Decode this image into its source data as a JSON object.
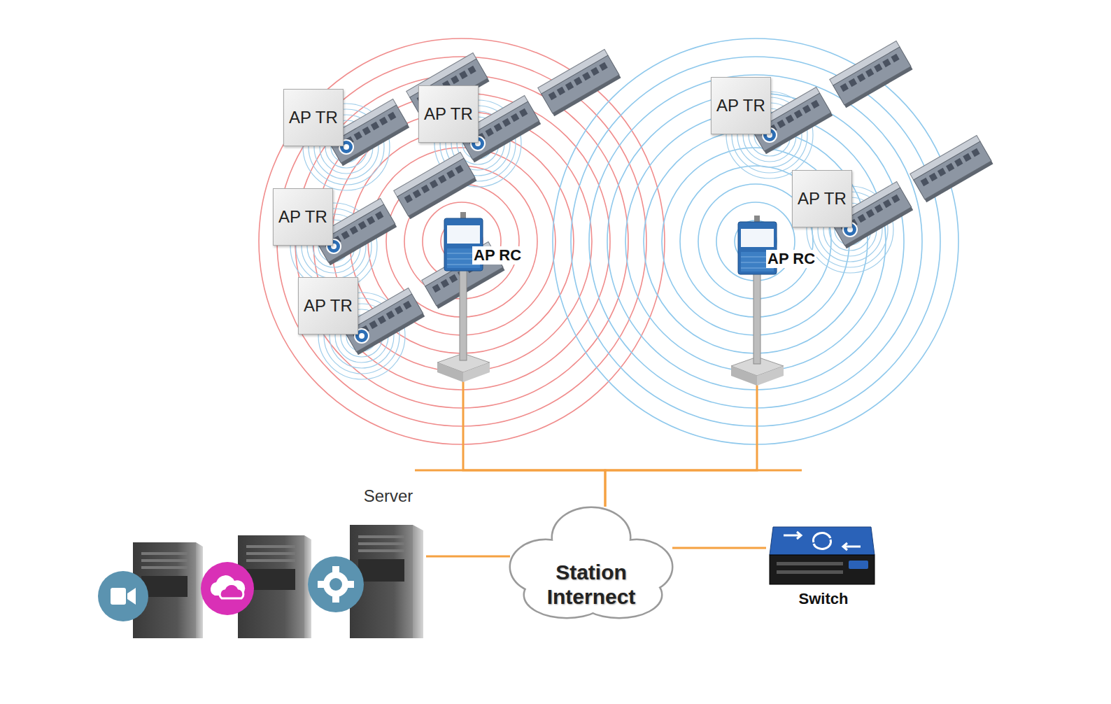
{
  "diagram": {
    "nodes": [
      {
        "text": [
          "AP TR"
        ]
      },
      {
        "text": [
          "AP TR"
        ]
      },
      {
        "text": [
          "AP TR"
        ]
      },
      {
        "text": [
          "AP TR"
        ]
      },
      {
        "text": [
          "AP RC"
        ]
      },
      {
        "text": [
          "AP TR"
        ]
      },
      {
        "text": [
          "AP RC"
        ]
      },
      {
        "text": [
          "AP TR"
        ]
      },
      {
        "text": [
          "Server"
        ]
      },
      {
        "text": [
          "Station Internect"
        ]
      },
      {
        "text": [
          "Switch"
        ]
      }
    ],
    "edges": [
      {
        "from": 9,
        "to": 8,
        "arrow": "none"
      },
      {
        "from": 9,
        "to": 10,
        "arrow": "none"
      },
      {
        "from": 9,
        "to": 4,
        "arrow": "none"
      },
      {
        "from": 9,
        "to": 6,
        "arrow": "none"
      }
    ]
  }
}
